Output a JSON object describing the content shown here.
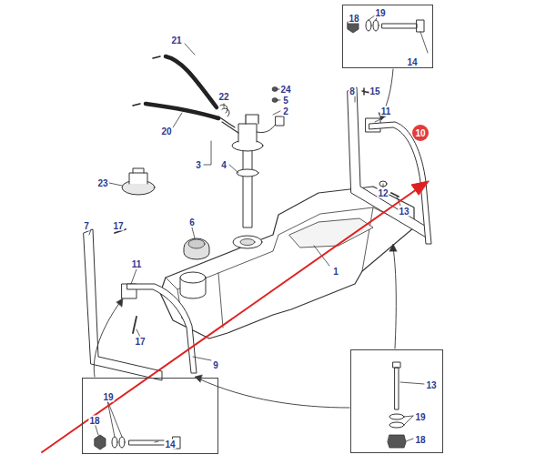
{
  "diagram": {
    "nodes": [
      {
        "text": [
          "18",
          "19",
          "14"
        ]
      },
      {
        "text": [
          "13",
          "19",
          "18"
        ]
      },
      {
        "text": [
          "18",
          "19",
          "14"
        ]
      },
      {
        "text": [
          "10"
        ]
      }
    ],
    "labels": [
      "21",
      "22",
      "24",
      "5",
      "2",
      "20",
      "3",
      "4",
      "23",
      "6",
      "8",
      "15",
      "11",
      "12",
      "13",
      "7",
      "17",
      "11",
      "1",
      "17",
      "9"
    ]
  }
}
